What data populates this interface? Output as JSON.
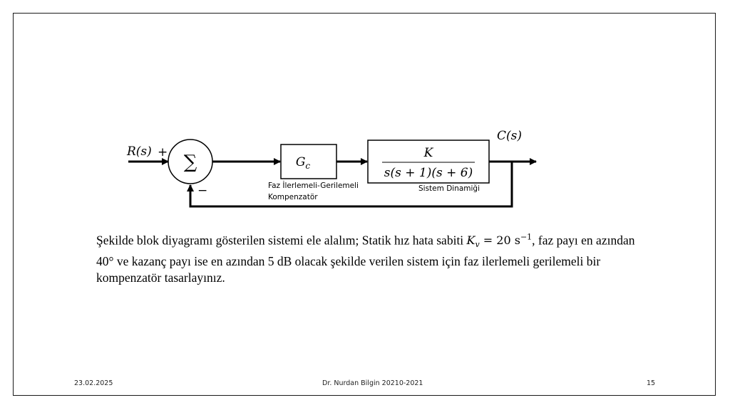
{
  "diagram": {
    "input_label": "R(s)",
    "plus_sign": "+",
    "minus_sign": "−",
    "summing_symbol": "∑",
    "controller_label": "G",
    "controller_sub": "c",
    "plant_numerator": "K",
    "plant_denominator": "s(s + 1)(s + 6)",
    "output_label": "C(s)",
    "compensator_caption_line1": "Faz İlerlemeli-Gerilemeli",
    "compensator_caption_line2": "Kompenzatör",
    "plant_caption": "Sistem Dinamiği"
  },
  "problem": {
    "part1": "Şekilde blok diyagramı gösterilen sistemi ele alalım; Statik hız hata sabiti ",
    "kv_symbol": "K",
    "kv_sub": "v",
    "kv_eq": " = 20 s",
    "kv_exp": "−1",
    "part2": ", faz payı en azından 40° ve kazanç payı ise en azından 5 dB olacak şekilde verilen sistem için faz ilerlemeli gerilemeli bir kompenzatör tasarlayınız."
  },
  "footer": {
    "date": "23.02.2025",
    "author": "Dr. Nurdan Bilgin 20210-2021",
    "page_number": "15"
  }
}
